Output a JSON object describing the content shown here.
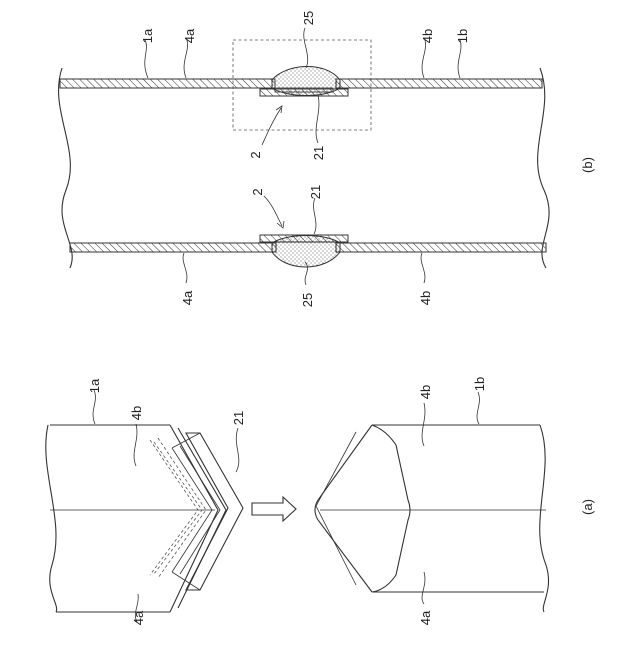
{
  "colors": {
    "line": "#333333",
    "background": "#ffffff"
  },
  "figure_b": {
    "caption": "(b)",
    "labels": {
      "tube_1a": "1a",
      "tube_1b": "1b",
      "wall_4a_top": "4a",
      "wall_4b_top": "4b",
      "weld_25_top": "25",
      "plate_21_top": "21",
      "joint_2_top": "2",
      "joint_2_bottom": "2",
      "plate_21_bottom": "21",
      "wall_4a_bottom": "4a",
      "weld_25_bottom": "25",
      "wall_4b_bottom": "4b"
    }
  },
  "figure_a": {
    "caption": "(a)",
    "labels": {
      "tube_1a": "1a",
      "wall_4b_left": "4b",
      "plate_21": "21",
      "wall_4a_left": "4a",
      "wall_4b_right": "4b",
      "tube_1b": "1b",
      "wall_4a_right": "4a"
    },
    "arrow_icon": "right-arrow-icon"
  }
}
